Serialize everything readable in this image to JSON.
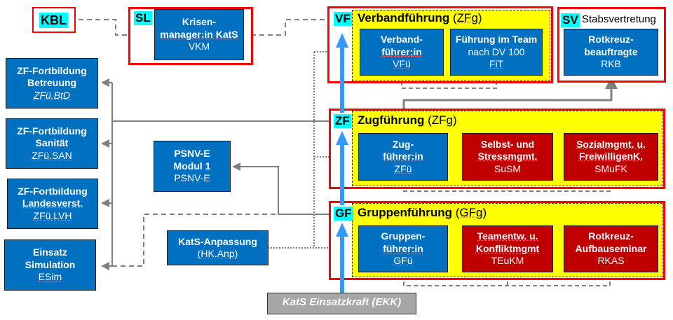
{
  "colors": {
    "box_blue": "#0070c0",
    "box_red": "#c00000",
    "frame_red": "#ff0000",
    "level_yellow": "#ffff00",
    "tag_cyan": "#00ffff",
    "arrow_blue": "#3399ff",
    "connector_gray": "#808080",
    "base_gray": "#a6a6a6"
  },
  "kbl": {
    "label": "KBL"
  },
  "sl": {
    "tag": "SL",
    "box": {
      "line1": "Krisen-",
      "line2": "manager:in KatS",
      "code": "VKM"
    }
  },
  "vf": {
    "tag": "VF",
    "title": "Verbandführung",
    "suffix": "(ZFg)",
    "boxes": [
      {
        "line1": "Verband-",
        "line2": "führer:in",
        "code": "VFü"
      },
      {
        "line1": "Führung im Team",
        "line2": "nach DV 100",
        "code": "FiT"
      }
    ]
  },
  "sv": {
    "tag": "SV",
    "title": "Stabsvertretung",
    "box": {
      "line1": "Rotkreuz-",
      "line2": "beauftragte",
      "code": "RKB"
    }
  },
  "zf": {
    "tag": "ZF",
    "title": "Zugführung",
    "suffix": "(ZFg)",
    "boxes": [
      {
        "line1": "Zug-",
        "line2": "führer:in",
        "code": "ZFü",
        "color": "blue"
      },
      {
        "line1": "Selbst- und",
        "line2": "Stressmgmt.",
        "code": "SuSM",
        "color": "red"
      },
      {
        "line1": "Sozialmgmt. u.",
        "line2": "FreiwilligenK.",
        "code": "SMuFK",
        "color": "red"
      }
    ]
  },
  "gf": {
    "tag": "GF",
    "title": "Gruppenführung",
    "suffix": "(GFg)",
    "boxes": [
      {
        "line1": "Gruppen-",
        "line2": "führer:in",
        "code": "GFü",
        "color": "blue"
      },
      {
        "line1": "Teamentw. u.",
        "line2": "Konfliktmgmt",
        "code": "TEuKM",
        "color": "red"
      },
      {
        "line1": "Rotkreuz-",
        "line2": "Aufbauseminar",
        "code": "RKAS",
        "color": "red"
      }
    ]
  },
  "left_boxes": [
    {
      "line1": "ZF-Fortbildung",
      "line2": "Betreuung",
      "code": "ZFü.BtD"
    },
    {
      "line1": "ZF-Fortbildung",
      "line2": "Sanität",
      "code": "ZFü.SAN"
    },
    {
      "line1": "ZF-Fortbildung",
      "line2": "Landesverst.",
      "code": "ZFü.LVH"
    },
    {
      "line1": "Einsatz",
      "line2": "Simulation",
      "code": "ESim"
    }
  ],
  "psnv": {
    "line1": "PSNV-E",
    "line2": "Modul 1",
    "code": "PSNV-E"
  },
  "kats_anp": {
    "line1": "KatS-Anpassung",
    "code": "(HK.Anp)"
  },
  "ekk": {
    "prefix": "KatS Einsatzkraft (",
    "bold": "EKK",
    "suffix": ")"
  }
}
